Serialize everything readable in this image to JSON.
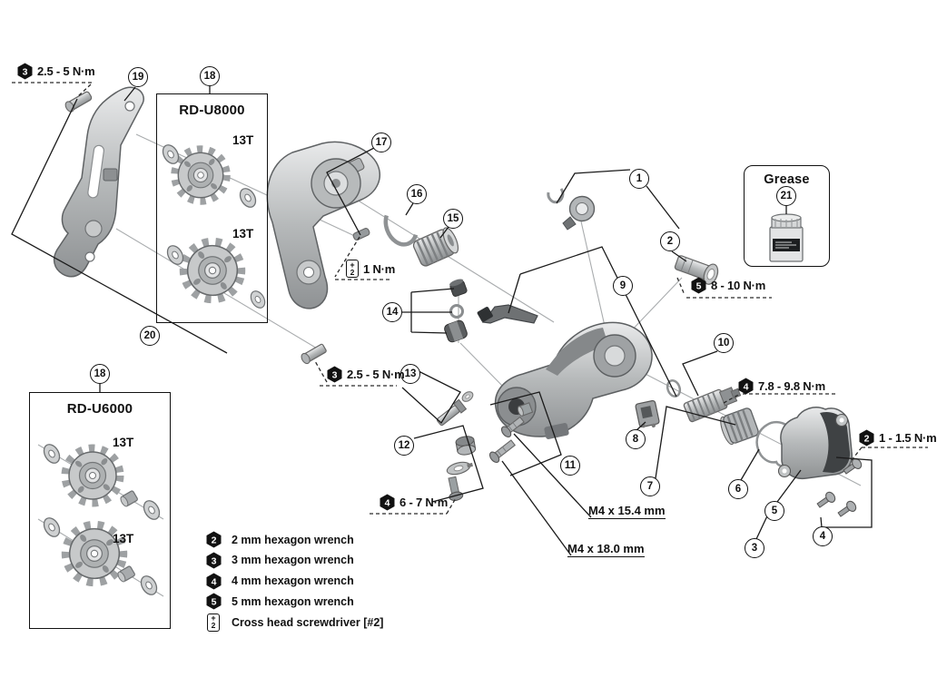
{
  "palette": {
    "ink": "#111111",
    "part_light": "#e8eaeb",
    "part_mid": "#b6b9ba",
    "part_dark": "#7c7f81",
    "callout_line": "#1a1a1a"
  },
  "boxes": {
    "rd_u8000": "RD-U8000",
    "rd_u6000": "RD-U6000",
    "grease": "Grease"
  },
  "callouts": {
    "c1": "1",
    "c2": "2",
    "c3": "3",
    "c4": "4",
    "c5": "5",
    "c6": "6",
    "c7": "7",
    "c8": "8",
    "c9": "9",
    "c10": "10",
    "c11": "11",
    "c12": "12",
    "c13": "13",
    "c14": "14",
    "c15": "15",
    "c16": "16",
    "c17": "17",
    "c18a": "18",
    "c18b": "18",
    "c19": "19",
    "c20": "20",
    "c21": "21"
  },
  "torques": {
    "t1": {
      "tool": "3",
      "text": "2.5 - 5 N·m"
    },
    "t2": {
      "tool": "3",
      "text": "2.5 - 5 N·m"
    },
    "t3": {
      "tool": "2",
      "text": "1 N·m"
    },
    "t4": {
      "tool": "5",
      "text": "8 - 10 N·m"
    },
    "t5": {
      "tool": "4",
      "text": "7.8 - 9.8 N·m"
    },
    "t6": {
      "tool": "4",
      "text": "6 - 7 N·m"
    },
    "t7": {
      "tool": "2",
      "text": "1 - 1.5 N·m"
    }
  },
  "sizes": {
    "s1": "M4 x 15.4 mm",
    "s2": "M4 x 18.0 mm"
  },
  "pulley_labels": {
    "p1": "13T",
    "p2": "13T",
    "p3": "13T",
    "p4": "13T"
  },
  "legend": {
    "l1": {
      "tool": "2",
      "label": "2 mm hexagon wrench"
    },
    "l2": {
      "tool": "3",
      "label": "3 mm hexagon wrench"
    },
    "l3": {
      "tool": "4",
      "label": "4 mm hexagon wrench"
    },
    "l4": {
      "tool": "5",
      "label": "5 mm hexagon wrench"
    },
    "l5": {
      "tool": "2",
      "label": "Cross head screwdriver [#2]"
    }
  },
  "icons": {
    "cross": "+"
  }
}
